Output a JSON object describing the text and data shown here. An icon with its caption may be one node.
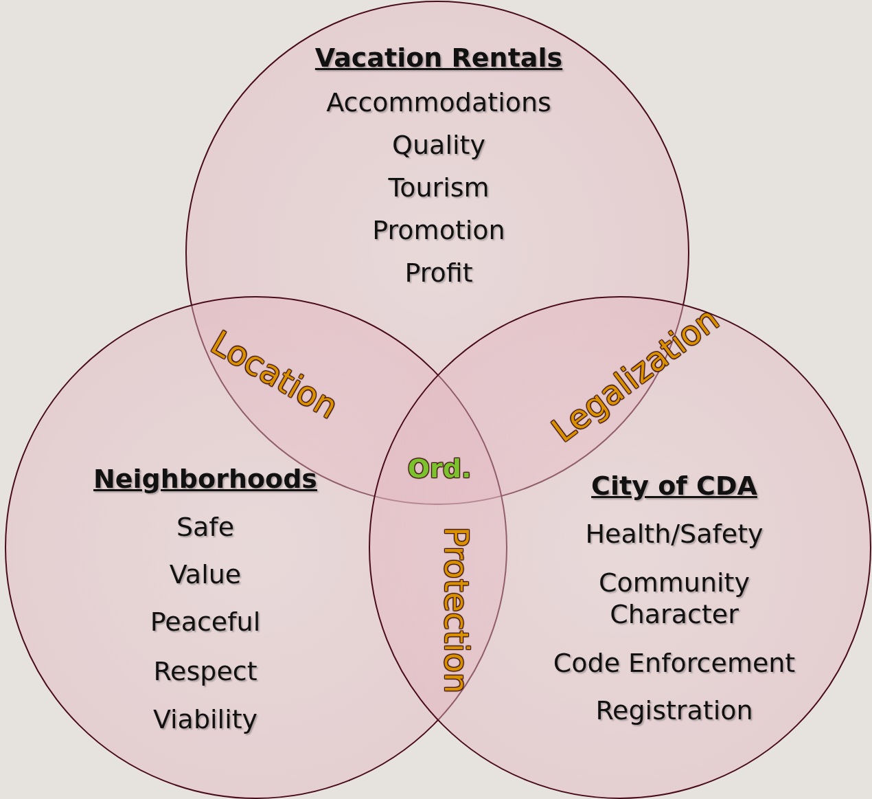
{
  "diagram": {
    "nodes": [
      {
        "text": [
          "Vacation Rentals",
          "Accommodations",
          "Quality",
          "Tourism",
          "Promotion",
          "Profit"
        ]
      },
      {
        "text": [
          "Neighborhoods",
          "Safe",
          "Value",
          "Peaceful",
          "Respect",
          "Viability"
        ]
      },
      {
        "text": [
          "City of CDA",
          "Health/Safety",
          "Community Character",
          "Code Enforcement",
          "Registration"
        ]
      }
    ],
    "edges": [],
    "labels": [
      "Location",
      "Legalization",
      "Ord.",
      "Protection"
    ]
  }
}
